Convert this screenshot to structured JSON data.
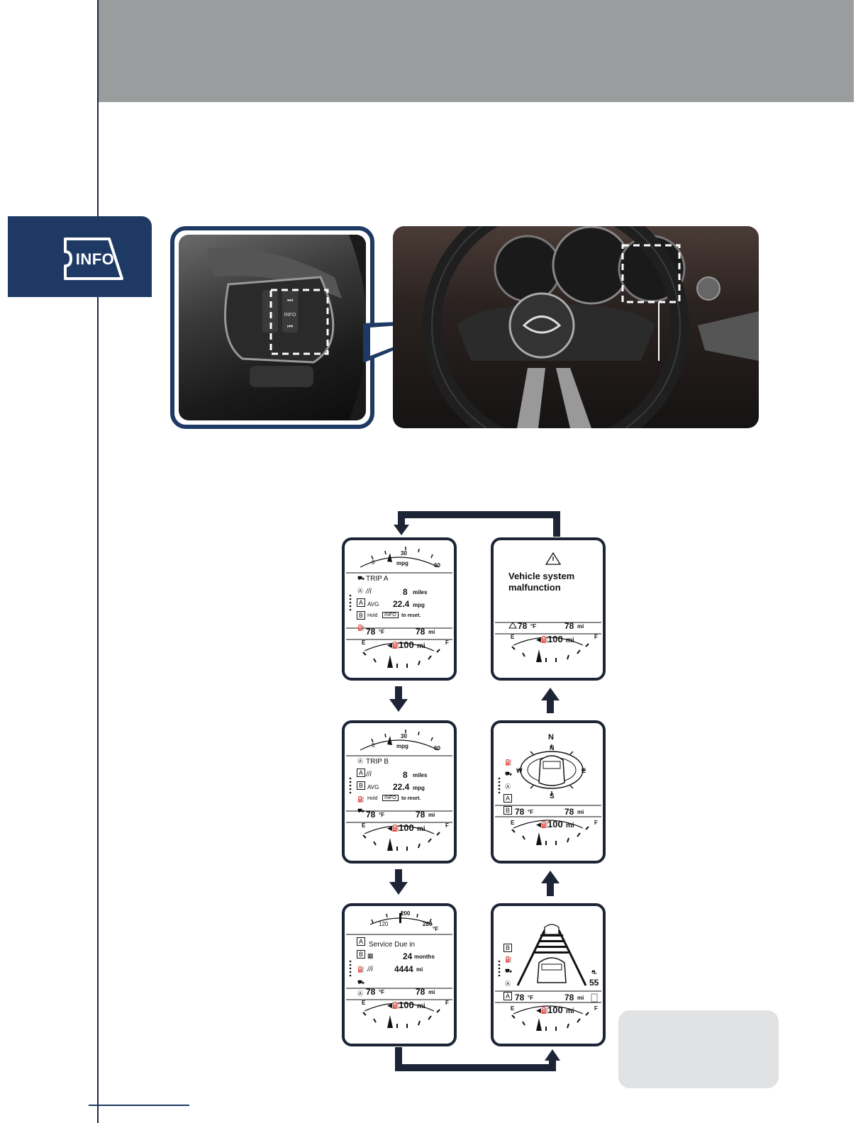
{
  "tab": {
    "label": "INFO",
    "icon": "info-switch-icon"
  },
  "photo_inset": {
    "icon": "steering-switch-closeup",
    "button_labels": [
      "INFO"
    ]
  },
  "photo_main": {
    "icon": "steering-wheel-dashboard-photo"
  },
  "panels": {
    "trip_a": {
      "gauge_labels": [
        "0",
        "30",
        "60"
      ],
      "gauge_unit": "mpg",
      "title": "TRIP A",
      "distance_value": "8",
      "distance_unit": "miles",
      "avg_label": "AVG",
      "avg_value": "22.4",
      "avg_unit": "mpg",
      "hold_prefix": "Hold",
      "hold_button": "INFO",
      "hold_suffix": "to reset.",
      "side_letters": [
        "A",
        "B"
      ],
      "temp_value": "78",
      "temp_unit": "°F",
      "range_value": "78",
      "range_unit": "mi",
      "fuel_empty": "E",
      "fuel_full": "F",
      "fuel_range_value": "100",
      "fuel_range_unit": "mi"
    },
    "trip_b": {
      "gauge_labels": [
        "0",
        "30",
        "60"
      ],
      "gauge_unit": "mpg",
      "title": "TRIP B",
      "distance_value": "8",
      "distance_unit": "miles",
      "avg_label": "AVG",
      "avg_value": "22.4",
      "avg_unit": "mpg",
      "hold_prefix": "Hold",
      "hold_button": "INFO",
      "hold_suffix": "to reset.",
      "side_letters": [
        "A",
        "B"
      ],
      "temp_value": "78",
      "temp_unit": "°F",
      "range_value": "78",
      "range_unit": "mi",
      "fuel_empty": "E",
      "fuel_full": "F",
      "fuel_range_value": "100",
      "fuel_range_unit": "mi"
    },
    "service": {
      "gauge_labels": [
        "120",
        "200",
        "280"
      ],
      "gauge_unit": "°F",
      "title": "Service Due in",
      "months_value": "24",
      "months_unit": "months",
      "miles_value": "4444",
      "miles_unit": "mi",
      "side_letters": [
        "A",
        "B"
      ],
      "temp_value": "78",
      "temp_unit": "°F",
      "range_value": "78",
      "range_unit": "mi",
      "fuel_empty": "E",
      "fuel_full": "F",
      "fuel_range_value": "100",
      "fuel_range_unit": "mi"
    },
    "warning": {
      "message_line1": "Vehicle system",
      "message_line2": "malfunction",
      "temp_value": "78",
      "temp_unit": "°F",
      "range_value": "78",
      "range_unit": "mi",
      "fuel_empty": "E",
      "fuel_full": "F",
      "fuel_range_value": "100",
      "fuel_range_unit": "mi"
    },
    "compass": {
      "north_outer": "N",
      "north_inner": "N",
      "west": "W",
      "east": "E",
      "south_inner": "S",
      "side_letters": [
        "A",
        "B"
      ],
      "temp_value": "78",
      "temp_unit": "°F",
      "range_value": "78",
      "range_unit": "mi",
      "fuel_empty": "E",
      "fuel_full": "F",
      "fuel_range_value": "100",
      "fuel_range_unit": "mi"
    },
    "cruise": {
      "speed_value": "55",
      "side_letters": [
        "B",
        "A"
      ],
      "temp_value": "78",
      "temp_unit": "°F",
      "range_value": "78",
      "range_unit": "mi",
      "fuel_empty": "E",
      "fuel_full": "F",
      "fuel_range_value": "100",
      "fuel_range_unit": "mi"
    }
  },
  "colors": {
    "navy": "#1e3a64",
    "header_gray": "#9a9c9e",
    "note_gray": "#e1e2e3",
    "flow_arrow": "#1c2436"
  }
}
